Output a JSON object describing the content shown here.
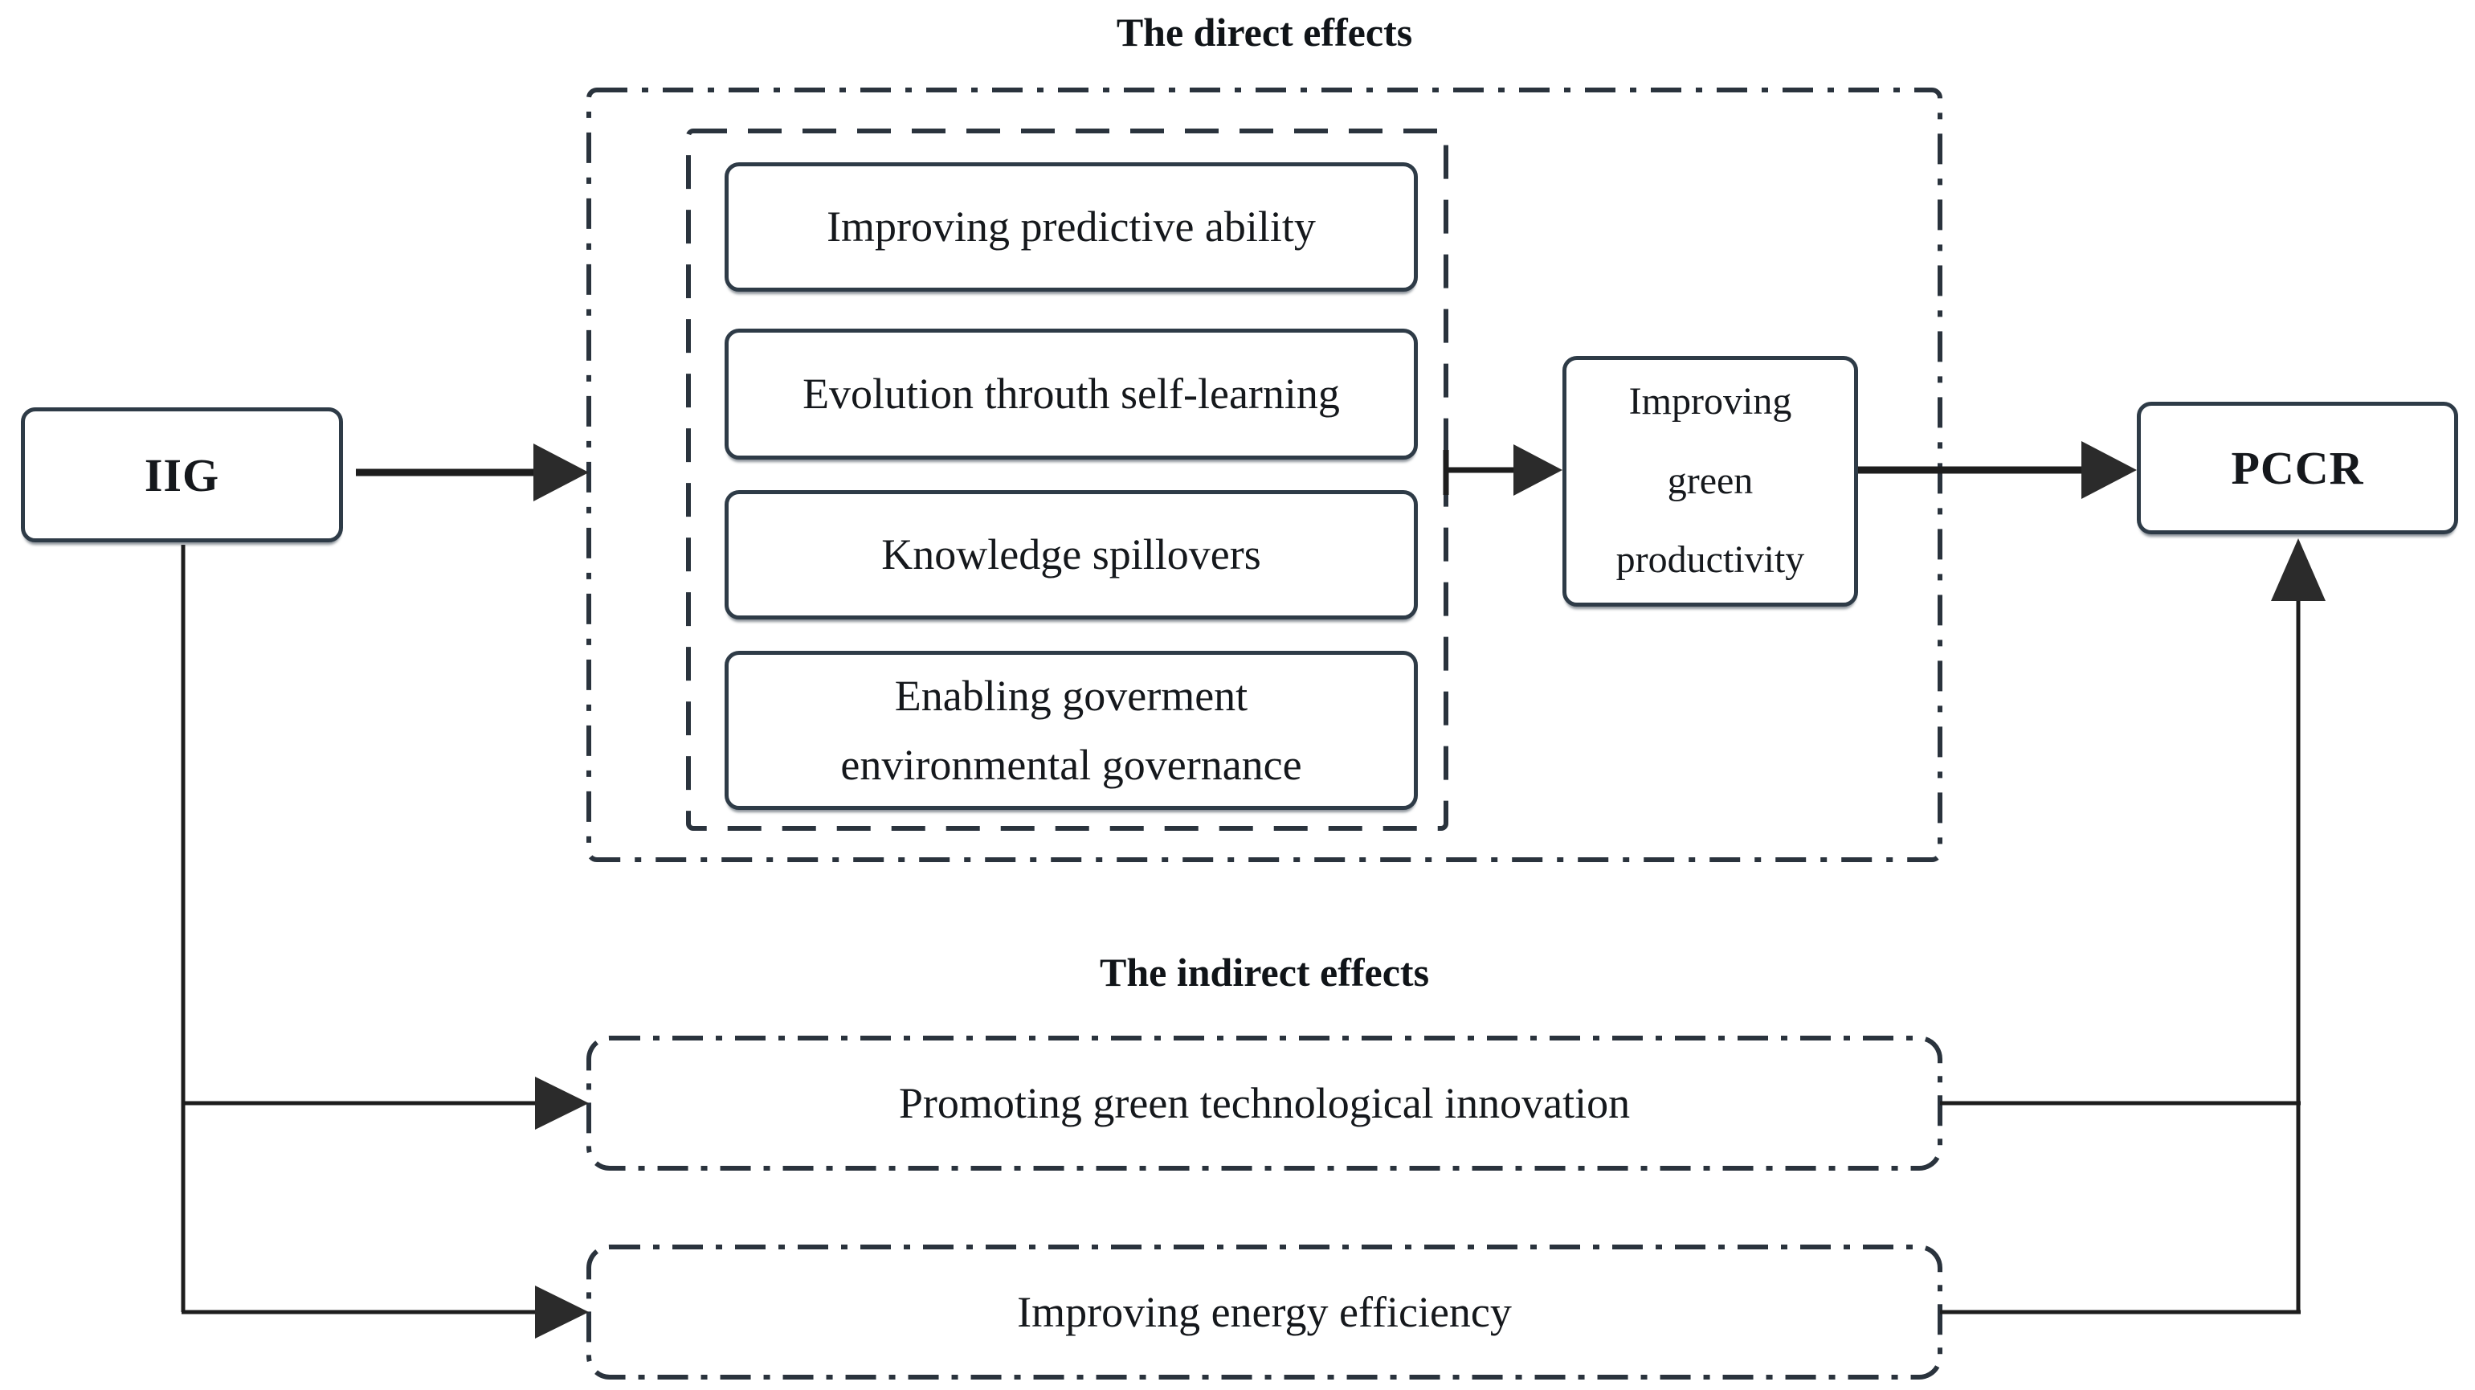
{
  "diagram": {
    "colors": {
      "border": "#2e3b47",
      "dash": "#2a333d",
      "line": "#1d1d1d",
      "text": "#15181c",
      "background": "#ffffff"
    },
    "nodes": {
      "iig": "IIG",
      "pccr": "PCCR",
      "green_productivity": "Improving green productivity"
    },
    "direct": {
      "title": "The direct effects",
      "items": [
        "Improving predictive ability",
        "Evolution throuth self-learning",
        "Knowledge spillovers",
        "Enabling goverment environmental governance"
      ]
    },
    "indirect": {
      "title": "The indirect effects",
      "items": [
        "Promoting green technological innovation",
        "Improving energy efficiency"
      ]
    }
  }
}
